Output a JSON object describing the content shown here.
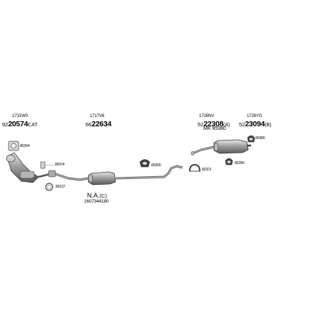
{
  "parts": [
    {
      "id": "p1",
      "oe": "1731W0",
      "prefix": "92",
      "number": "20574",
      "suffix": "CAT"
    },
    {
      "id": "p2",
      "oe": "1717V6",
      "prefix": "66",
      "number": "22634",
      "suffix": ""
    },
    {
      "id": "p3",
      "oe": "1726NV",
      "prefix": "52",
      "number": "22308",
      "suffix": "(A)"
    },
    {
      "id": "p4",
      "oe": "1726YG",
      "prefix": "52",
      "number": "23094",
      "suffix": "(B)"
    }
  ],
  "mounting_kit": {
    "label": "MK",
    "number": "85980"
  },
  "na_part": {
    "label": "N.A.",
    "suffix": "(C)",
    "oe": "1607344180"
  },
  "component_labels": {
    "gasket_top_left": "80264",
    "clamp_left": "85974",
    "gasket_left": "80137",
    "hanger_middle": "80300",
    "clamp_middle": "82321",
    "hanger_right_top": "80380",
    "hanger_right_bottom": "80280"
  }
}
